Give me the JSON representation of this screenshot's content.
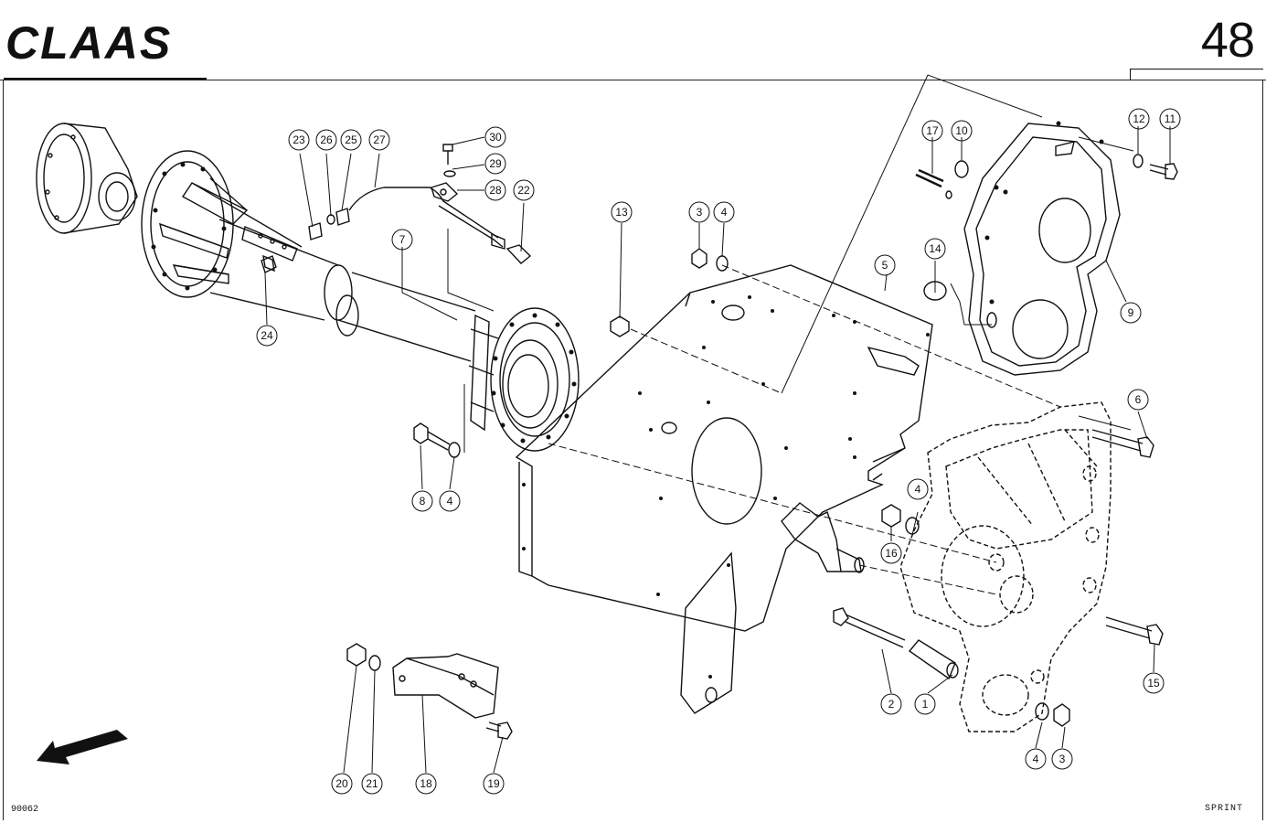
{
  "header": {
    "brand": "CLAAS",
    "page_number": "48"
  },
  "footer": {
    "drawing_number": "90062",
    "model": "SPRINT"
  },
  "icons": {
    "direction": "travel-direction-arrow-icon",
    "logo": "claas-logo"
  },
  "colors": {
    "ink": "#111111",
    "paper": "#ffffff"
  },
  "callouts": [
    "1",
    "2",
    "3",
    "4",
    "5",
    "6",
    "7",
    "8",
    "9",
    "10",
    "11",
    "12",
    "13",
    "14",
    "15",
    "16",
    "17",
    "18",
    "19",
    "20",
    "21",
    "22",
    "23",
    "24",
    "25",
    "26",
    "27",
    "28",
    "29",
    "30"
  ]
}
